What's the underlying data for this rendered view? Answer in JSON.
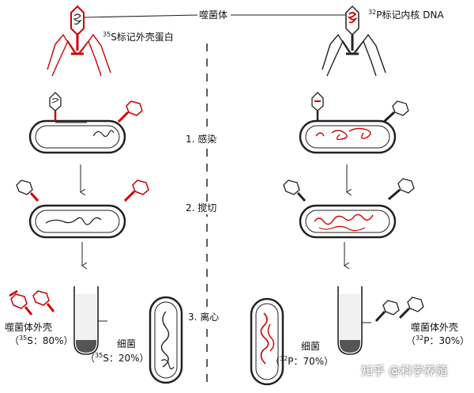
{
  "title": "噬菌体",
  "left_label": {
    "mass": "35",
    "text": "S标记外壳蛋白"
  },
  "right_label": {
    "mass": "32",
    "text": "P标记内核 DNA"
  },
  "steps": [
    "1. 感染",
    "2. 搅切",
    "3. 离心"
  ],
  "left_result": {
    "supernatant": "噬菌体外壳",
    "supernatant_value": {
      "open": "（",
      "mass": "35",
      "text": "S：80%）"
    },
    "pellet": "细菌",
    "pellet_value": {
      "open": "（",
      "mass": "35",
      "text": "S：20%）"
    }
  },
  "right_result": {
    "supernatant": "噬菌体外壳",
    "supernatant_value": {
      "open": "（",
      "mass": "32",
      "text": "P：30%）"
    },
    "pellet": "细菌",
    "pellet_value": {
      "open": "（",
      "mass": "32",
      "text": "P：70%）"
    }
  },
  "watermark": "知乎 @科学养殖",
  "colors": {
    "label": "#ff0000",
    "ink": "#222222"
  }
}
